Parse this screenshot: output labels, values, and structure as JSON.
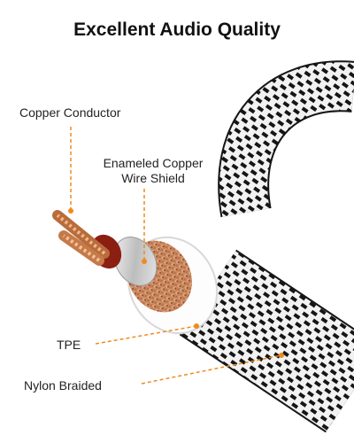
{
  "heading": "Excellent Audio Quality",
  "callouts": {
    "copper_conductor": "Copper Conductor",
    "enameled_shield_line1": "Enameled Copper",
    "enameled_shield_line2": "Wire Shield",
    "tpe": "TPE",
    "nylon_braided": "Nylon Braided"
  },
  "colors": {
    "callout_orange": "#f08a1c",
    "copper": "#c8784a",
    "tpe_red": "#8b1f12",
    "braid_white": "#f2f2f2",
    "braid_black": "#151515"
  }
}
